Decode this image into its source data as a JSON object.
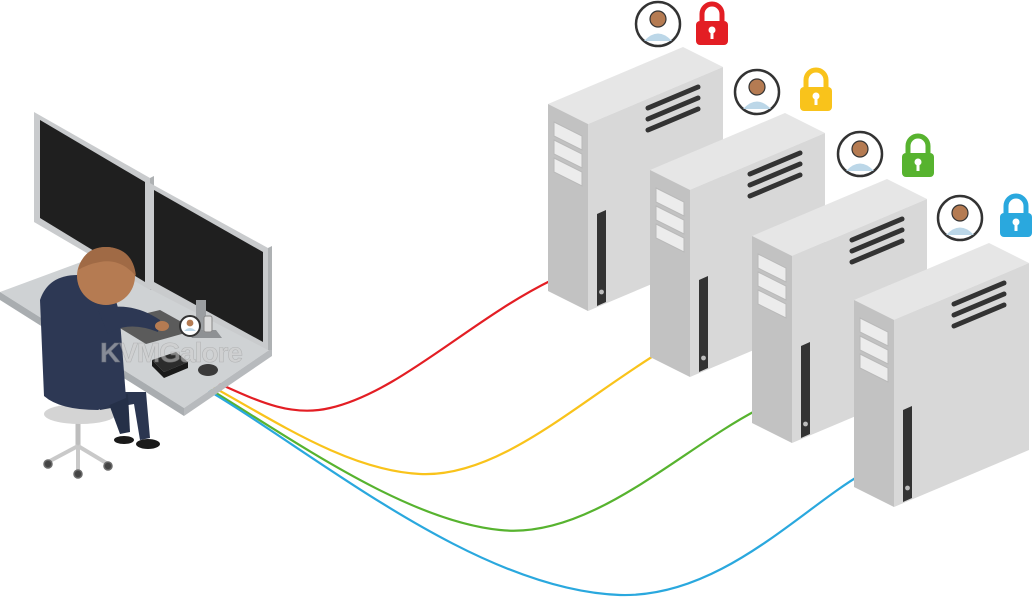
{
  "diagram": {
    "watermark": {
      "text": "KVMGalore"
    },
    "operator": {
      "monitors": 2,
      "has_kvm_switch": true
    },
    "servers": [
      {
        "id": "server-1",
        "lock_color": "#e31e24",
        "lock_icon": "lock-closed-icon",
        "user_icon": "user-icon",
        "cable_color": "#e31e24"
      },
      {
        "id": "server-2",
        "lock_color": "#f9c31b",
        "lock_icon": "lock-closed-icon",
        "user_icon": "user-icon",
        "cable_color": "#f9c31b"
      },
      {
        "id": "server-3",
        "lock_color": "#57b32f",
        "lock_icon": "lock-closed-icon",
        "user_icon": "user-icon",
        "cable_color": "#57b32f"
      },
      {
        "id": "server-4",
        "lock_color": "#2aa8de",
        "lock_icon": "lock-closed-icon",
        "user_icon": "user-icon",
        "cable_color": "#2aa8de"
      }
    ],
    "colors": {
      "server_front": "#d8d8d8",
      "server_side": "#c2c2c2",
      "server_top": "#e6e6e6",
      "server_dark": "#333333",
      "desk": "#cfd2d4",
      "monitor_frame": "#c9cbcd",
      "monitor_screen": "#1f1f1f",
      "person_shirt": "#2d3854",
      "person_skin": "#b57b52"
    }
  }
}
